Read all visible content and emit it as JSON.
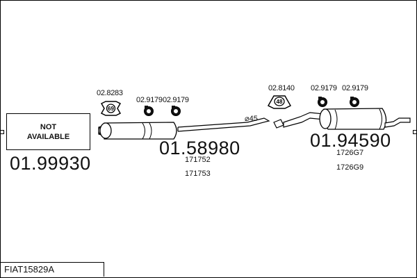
{
  "diagram": {
    "not_available_box": {
      "text": "NOT\nAVAILABLE"
    },
    "front_section": {
      "part_number": "01.99930"
    },
    "middle_section": {
      "part_number": "01.58980",
      "oe_refs": [
        "171752",
        "171753"
      ],
      "clamps": [
        "02.8283",
        "02.9179",
        "02.9179"
      ],
      "clamp_badge": "69"
    },
    "rear_section": {
      "part_number": "01.94590",
      "oe_refs": [
        "1726G7",
        "1726G9"
      ],
      "clamps": [
        "02.8140",
        "02.9179",
        "02.9179"
      ],
      "clamp_badge": "48"
    },
    "pipe_diameter": "⌀45"
  },
  "footer": {
    "reference": "FIAT15829A"
  }
}
